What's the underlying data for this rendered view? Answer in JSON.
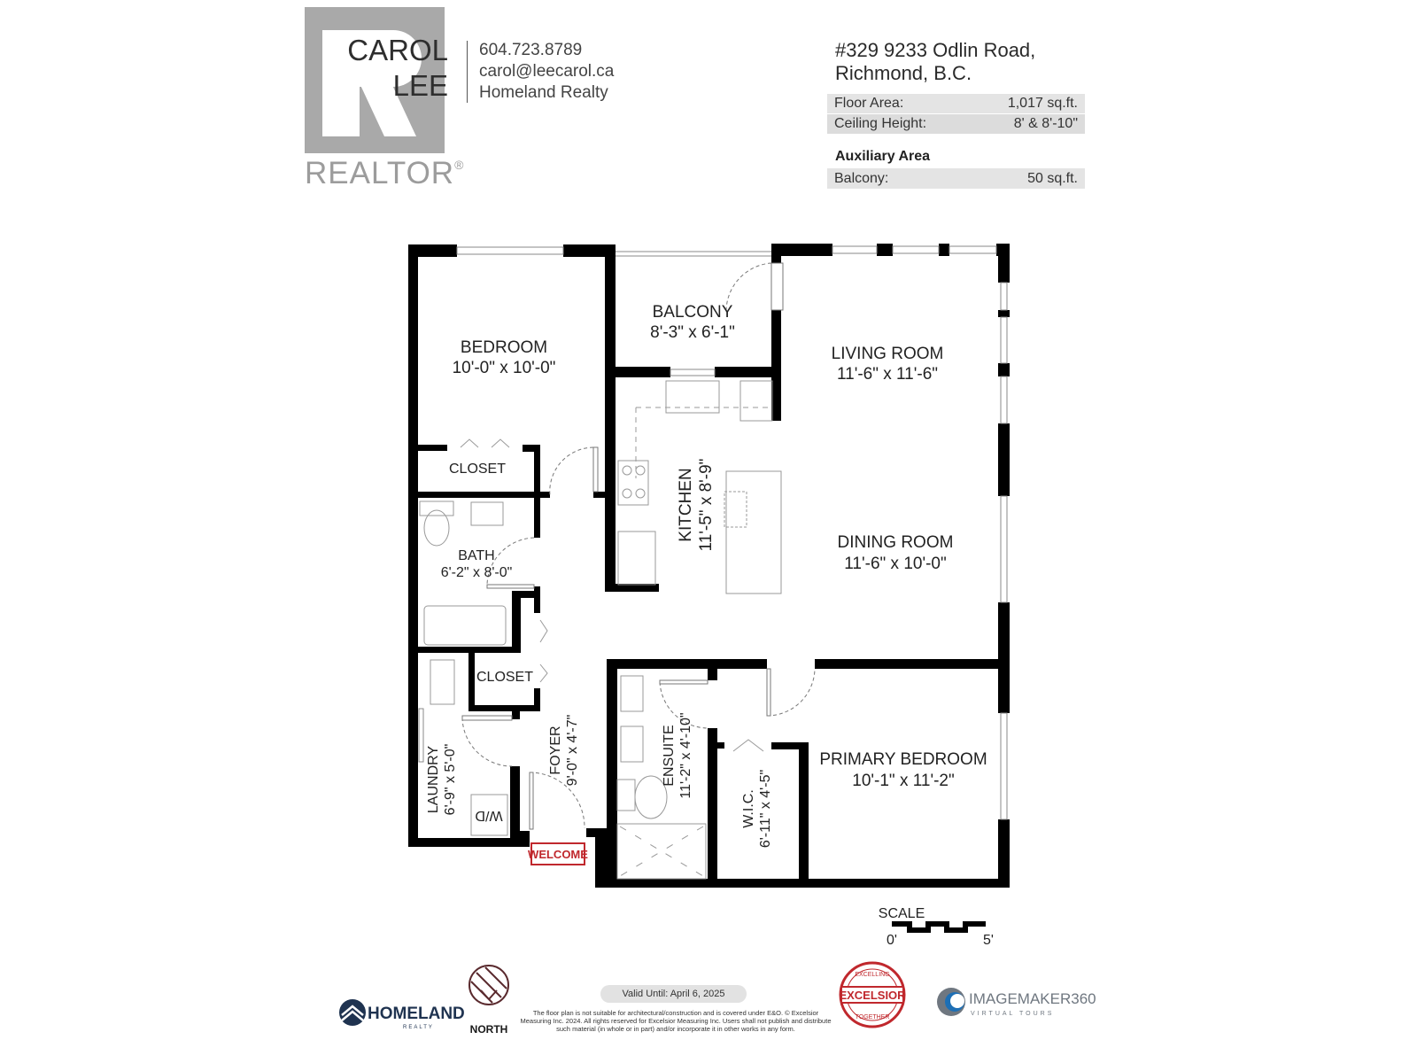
{
  "agent": {
    "first_name": "CAROL",
    "last_name": "LEE",
    "logo_text": "REALTOR",
    "registered_mark": "®",
    "phone": "604.723.8789",
    "email": "carol@leecarol.ca",
    "brokerage": "Homeland Realty"
  },
  "property": {
    "address_line1": "#329 9233 Odlin Road,",
    "address_line2": "Richmond, B.C.",
    "details": [
      {
        "label": "Floor Area:",
        "value": "1,017 sq.ft."
      },
      {
        "label": "Ceiling Height:",
        "value": "8' & 8'-10\""
      }
    ],
    "auxiliary_title": "Auxiliary Area",
    "auxiliary": [
      {
        "label": "Balcony:",
        "value": "50 sq.ft."
      }
    ]
  },
  "rooms": {
    "bedroom": {
      "name": "BEDROOM",
      "dims": "10'-0\" x 10'-0\""
    },
    "balcony": {
      "name": "BALCONY",
      "dims": "8'-3\"  x  6'-1\""
    },
    "living": {
      "name": "LIVING ROOM",
      "dims": "11'-6\"  x  11'-6\""
    },
    "kitchen": {
      "name": "KITCHEN",
      "dims": "11'-5\"  x  8'-9\""
    },
    "dining": {
      "name": "DINING ROOM",
      "dims": "11'-6\" x 10'-0\""
    },
    "closet1": {
      "name": "CLOSET"
    },
    "bath": {
      "name": "BATH",
      "dims": "6'-2\"  x  8'-0\""
    },
    "closet2": {
      "name": "CLOSET"
    },
    "laundry": {
      "name": "LAUNDRY",
      "dims": "6'-9\"  x  5'-0\""
    },
    "foyer": {
      "name": "FOYER",
      "dims": "9'-0\"  x  4'-7\""
    },
    "ensuite": {
      "name": "ENSUITE",
      "dims": "11'-2\"  x  4'-10\""
    },
    "wic": {
      "name": "W.I.C.",
      "dims": "6'-11\"  x  4'-5\""
    },
    "primary": {
      "name": "PRIMARY BEDROOM",
      "dims": "10'-1\"  x  11'-2\""
    }
  },
  "fixtures": {
    "washer_dryer": "W/D",
    "welcome_mat": "WELCOME"
  },
  "scale": {
    "title": "SCALE",
    "start": "0'",
    "end": "5'"
  },
  "footer": {
    "valid_until": "Valid Until: April 6, 2025",
    "disclaimer": "The floor plan is not suitable for architectural/construction and is covered under E&O. © Excelsior Measuring Inc. 2024. All rights reserved for Excelsior Measuring Inc. Users shall not publish and distribute such material (in whole or in part) and/or incorporate it in other works in any form.",
    "homeland_logo": "HOMELAND",
    "homeland_sub": "REALTY",
    "north_logo": "NORTH",
    "excelsior_logo": "EXCELSIOR",
    "excelsior_top": "EXCELLING",
    "excelsior_bottom": "TOGETHER",
    "imagemaker_logo": "IMAGEMAKER360",
    "imagemaker_sub": "VIRTUAL TOURS"
  },
  "colors": {
    "wall": "#000000",
    "welcome": "#c0282d",
    "logo_gray": "#a9a9a9",
    "homeland_navy": "#1f3350"
  }
}
